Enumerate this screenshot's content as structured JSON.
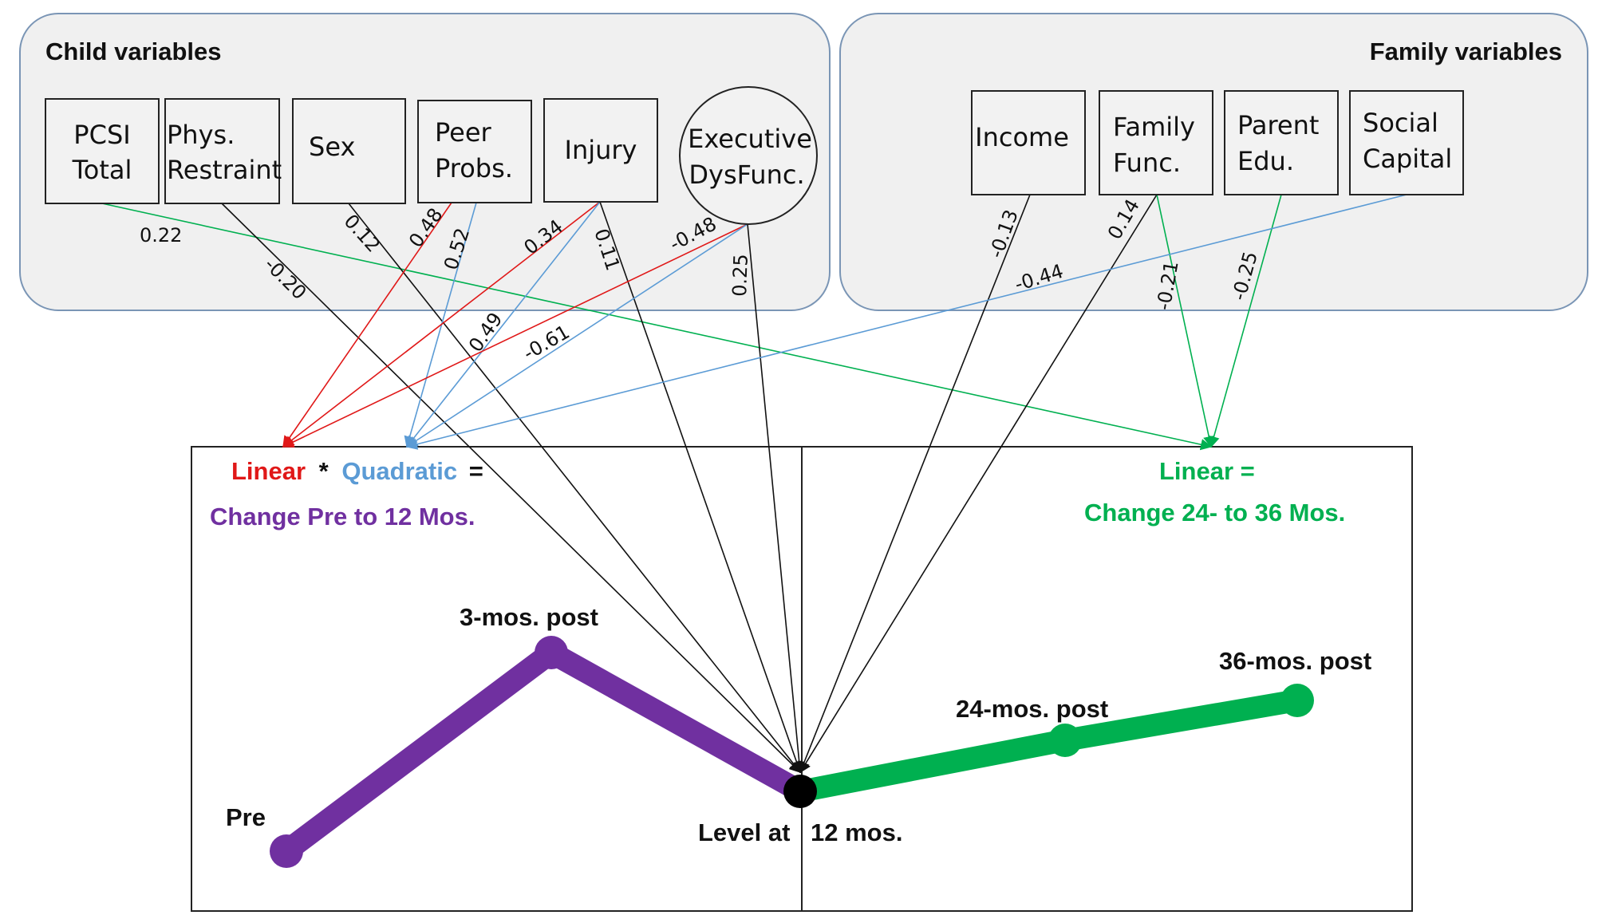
{
  "groups": {
    "child_title": "Child variables",
    "family_title": "Family variables"
  },
  "nodes": {
    "pcsi": [
      "PCSI",
      "Total"
    ],
    "phys": [
      "Phys.",
      "Restraint"
    ],
    "sex": [
      "Sex"
    ],
    "peer": [
      "Peer",
      "Probs."
    ],
    "injury": [
      "Injury"
    ],
    "exec": [
      "Executive",
      "DysFunc."
    ],
    "income": [
      "Income"
    ],
    "famfunc": [
      "Family",
      "Func."
    ],
    "paredu": [
      "Parent",
      "Edu."
    ],
    "social": [
      "Social",
      "Capital"
    ]
  },
  "coefficients": {
    "pcsi_linear36": "0.22",
    "phys_level": "-0.20",
    "sex_level": "0.12",
    "sex_linear": "0.48",
    "peer_quad": "0.52",
    "injury_linear": "0.34",
    "injury_quad": "0.49",
    "injury_level": "0.11",
    "exec_linear": "-0.48",
    "exec_quad": "-0.61",
    "exec_level": "0.25",
    "income_level": "-0.13",
    "famfunc_level": "0.14",
    "famfunc_linear36": "-0.21",
    "paredu_linear36": "-0.25",
    "social_quad": "-0.44"
  },
  "left_panel": {
    "linear": "Linear",
    "times": "*",
    "quadratic": "Quadratic",
    "equals": "=",
    "change": "Change Pre to 12 Mos."
  },
  "right_panel": {
    "linear": "Linear =",
    "change": "Change 24- to 36 Mos."
  },
  "timepoints": {
    "pre": "Pre",
    "three": "3-mos. post",
    "level": "Level at",
    "twelve": "12 mos.",
    "twentyfour": "24-mos. post",
    "thirtysix": "36-mos. post"
  },
  "colors": {
    "linear": "#e01818",
    "quadratic": "#5b9bd5",
    "change_pre_12": "#7030a0",
    "change_24_36": "#00b050",
    "black_path": "#111111"
  }
}
